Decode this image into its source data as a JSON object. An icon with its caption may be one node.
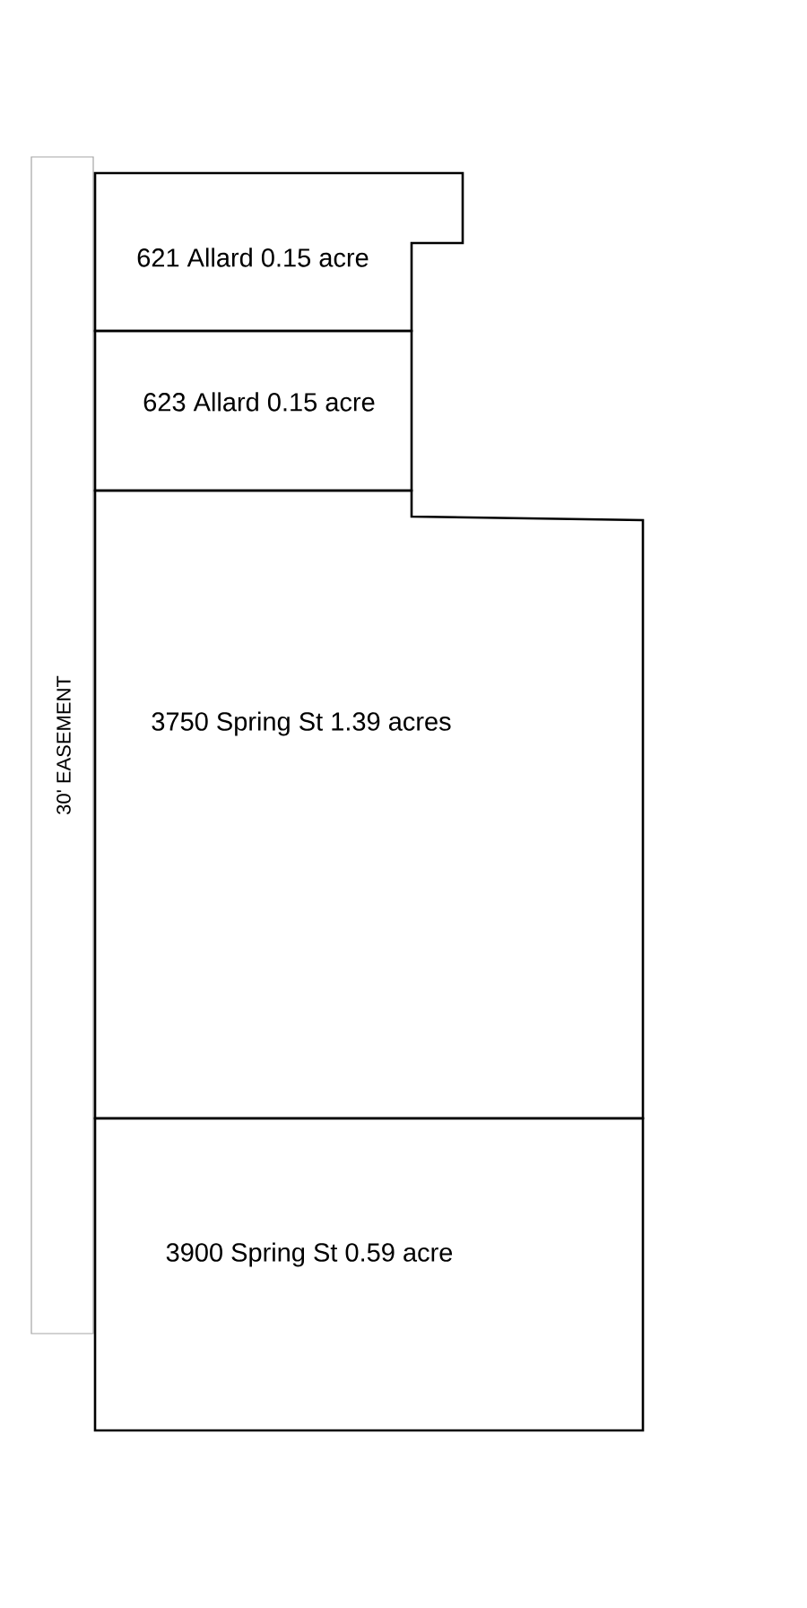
{
  "diagram": {
    "nodes": [
      {
        "text": [
          "30' EASEMENT"
        ]
      },
      {
        "text": [
          "621 Allard 0.15 acre"
        ]
      },
      {
        "text": [
          "623 Allard 0.15 acre"
        ]
      },
      {
        "text": [
          "3750 Spring St 1.39 acres"
        ]
      },
      {
        "text": [
          "3900 Spring St 0.59 acre"
        ]
      }
    ]
  }
}
